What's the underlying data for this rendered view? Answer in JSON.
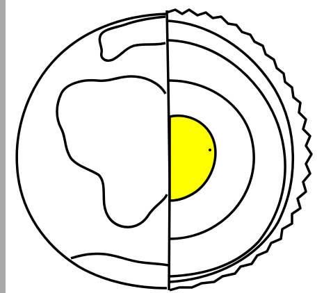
{
  "diagram": {
    "subject": "earth-cross-section",
    "colors": {
      "outline": "#000000",
      "background": "#ffffff",
      "inner_core": "#ffff00",
      "left_bar": "#a8a8a8"
    },
    "layers": [
      "crust",
      "mantle",
      "outer-core",
      "inner-core"
    ]
  }
}
